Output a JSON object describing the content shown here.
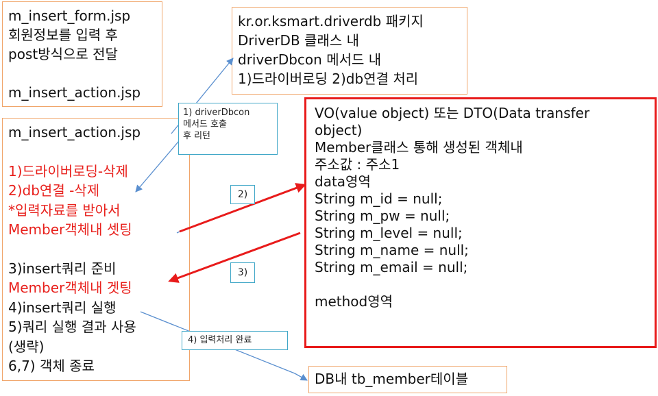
{
  "boxes": {
    "form": {
      "lines": [
        "m_insert_form.jsp",
        "회원정보를 입력 후",
        "post방식으로 전달",
        "",
        "m_insert_action.jsp"
      ]
    },
    "driverdb": {
      "lines": [
        "kr.or.ksmart.driverdb 패키지",
        "DriverDB 클래스 내",
        "driverDbcon 메서드 내",
        "1)드라이버로딩 2)db연결 처리"
      ]
    },
    "action": {
      "title": "m_insert_action.jsp",
      "lines": [
        {
          "text": "",
          "color": "black"
        },
        {
          "text": "1)드라이버로딩-삭제",
          "color": "red"
        },
        {
          "text": "2)db연결 -삭제",
          "color": "red"
        },
        {
          "text": "*입력자료를 받아서",
          "color": "red"
        },
        {
          "text": "Member객체내 셋팅",
          "color": "red"
        },
        {
          "text": "",
          "color": "black"
        },
        {
          "text": "3)insert쿼리 준비",
          "color": "black"
        },
        {
          "text": "Member객체내 겟팅",
          "color": "red"
        },
        {
          "text": "4)insert쿼리 실행",
          "color": "black"
        },
        {
          "text": "5)쿼리 실행 결과 사용",
          "color": "black"
        },
        {
          "text": "(생략)",
          "color": "black"
        },
        {
          "text": "6,7) 객체 종료",
          "color": "black"
        }
      ]
    },
    "vo": {
      "lines": [
        "VO(value object) 또는 DTO(Data transfer",
        "object)",
        "Member클래스 통해 생성된 객체내",
        "주소값 : 주소1",
        "data영역",
        "String m_id = null;",
        "String m_pw = null;",
        "String m_level = null;",
        "String m_name = null;",
        "String m_email = null;",
        "",
        "method영역"
      ]
    },
    "db": {
      "text": "DB내 tb_member테이블"
    }
  },
  "notes": {
    "n1": [
      "1) driverDbcon",
      "메서드 호출",
      "후 리턴"
    ],
    "n2": "2)",
    "n3": "3)",
    "n4": "4) 입력처리 완료"
  },
  "colors": {
    "box_border": "#f0a56a",
    "vo_border": "#e81b1b",
    "red_text": "#e8201c",
    "note_border": "#42a8c8",
    "thin_arrow": "#5a8fcf",
    "red_arrow": "#e81b1b"
  }
}
